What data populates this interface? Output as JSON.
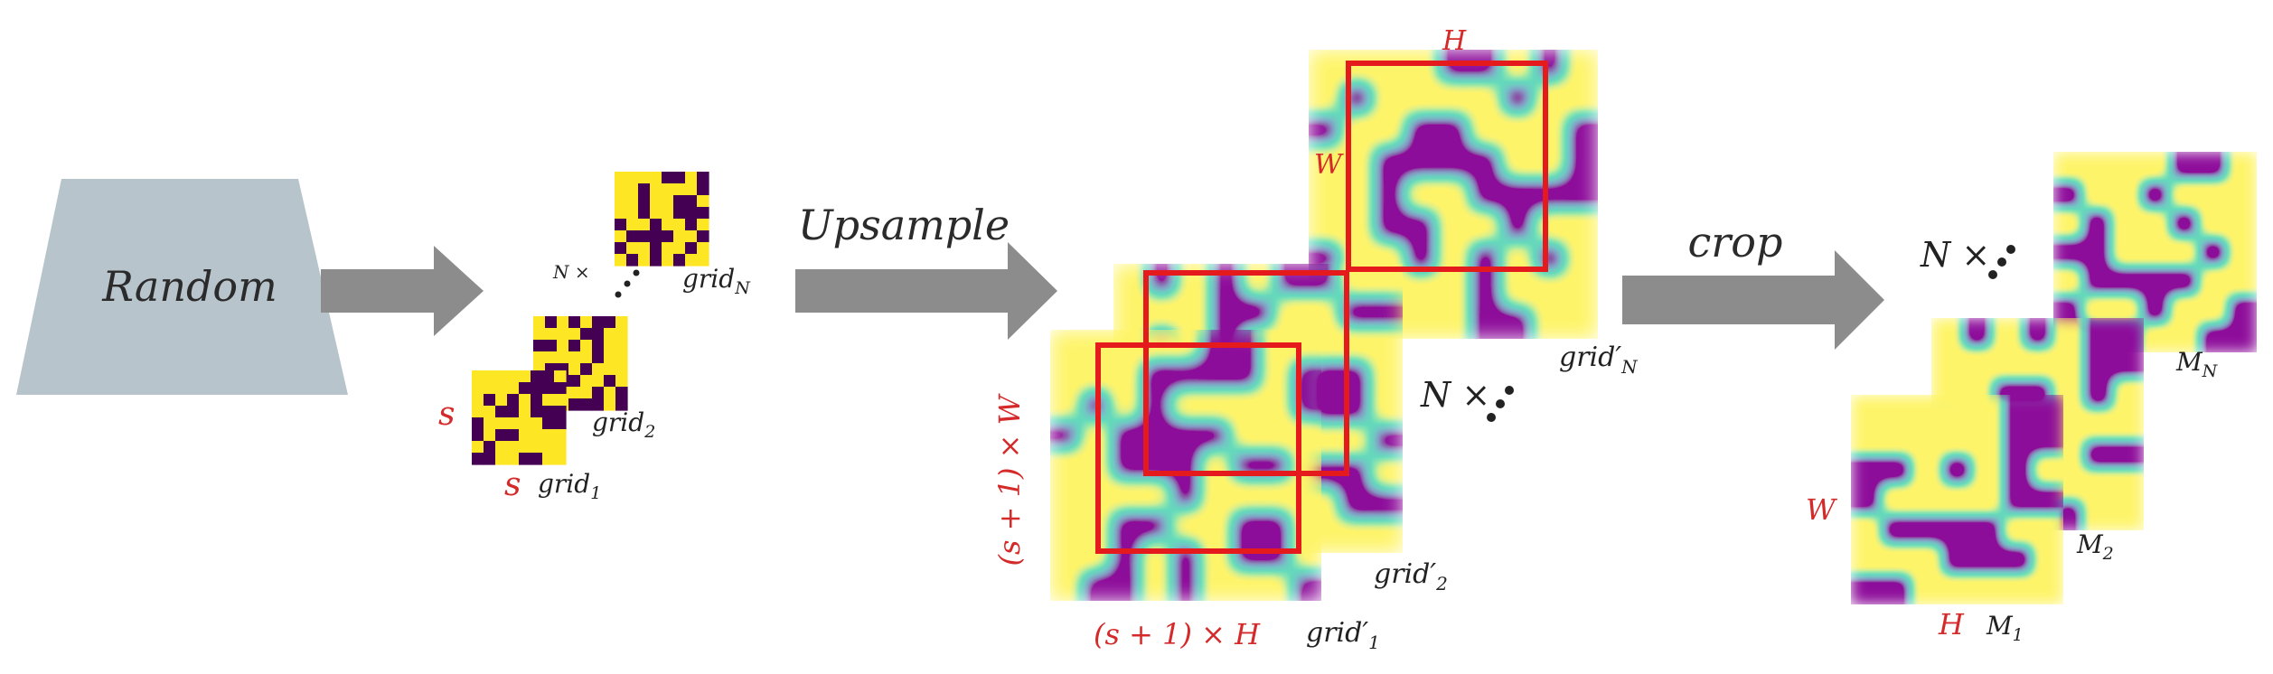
{
  "title": "",
  "colors": {
    "yellow": "#fde725",
    "purple": "#440154",
    "teal": "#21918c",
    "red": "#e41a1c",
    "arrow": "#8c8c8c",
    "trapezoid": "#b7c4cc"
  },
  "stage1": {
    "label": "Random"
  },
  "stage2": {
    "grid_1_base": "grid",
    "grid_1_sub": "1",
    "grid_2_base": "grid",
    "grid_2_sub": "2",
    "grid_n_base": "grid",
    "grid_n_sub": "N",
    "n_times": "N ×",
    "s_label_left": "s",
    "s_label_bottom": "s"
  },
  "arrow2": {
    "label": "Upsample"
  },
  "stage3": {
    "grid_1_base": "grid′",
    "grid_1_sub": "1",
    "grid_2_base": "grid′",
    "grid_2_sub": "2",
    "grid_n_base": "grid′",
    "grid_n_sub": "N",
    "n_times": "N ×",
    "h_label": "H",
    "w_label": "W",
    "height_label": "(s + 1) × W",
    "width_label": "(s + 1) × H"
  },
  "arrow3": {
    "label": "crop"
  },
  "stage4": {
    "m_1_base": "M",
    "m_1_sub": "1",
    "m_2_base": "M",
    "m_2_sub": "2",
    "m_n_base": "M",
    "m_n_sub": "N",
    "n_times": "N ×",
    "h_label": "H",
    "w_label": "W"
  }
}
